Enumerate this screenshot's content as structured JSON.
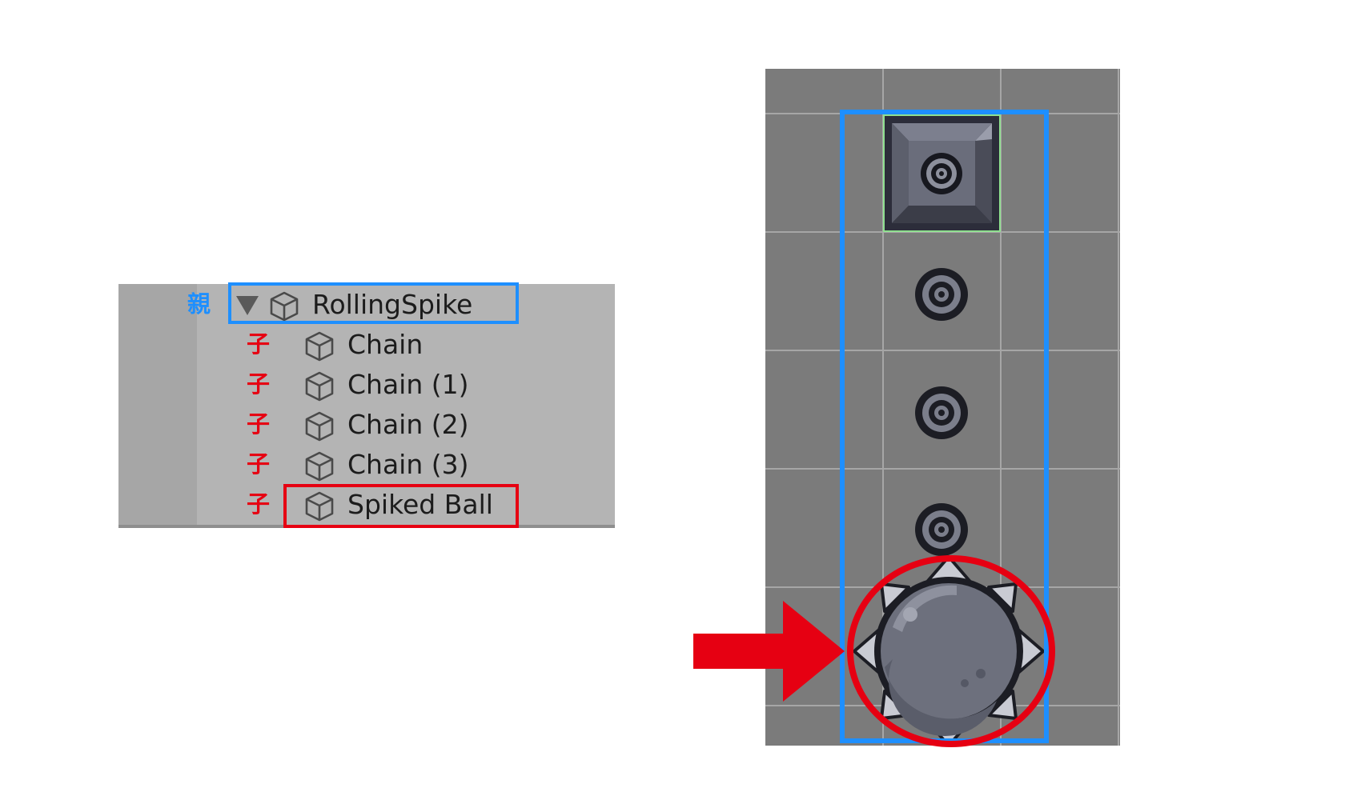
{
  "hierarchy": {
    "parent": {
      "tag": "親",
      "label": "RollingSpike",
      "icon": "gameobject-cube-icon",
      "expanded": true
    },
    "children": [
      {
        "tag": "子",
        "label": "Chain",
        "icon": "gameobject-cube-icon"
      },
      {
        "tag": "子",
        "label": "Chain (1)",
        "icon": "gameobject-cube-icon"
      },
      {
        "tag": "子",
        "label": "Chain (2)",
        "icon": "gameobject-cube-icon"
      },
      {
        "tag": "子",
        "label": "Chain (3)",
        "icon": "gameobject-cube-icon"
      },
      {
        "tag": "子",
        "label": "Spiked Ball",
        "icon": "gameobject-cube-icon",
        "highlighted": true
      }
    ]
  },
  "scene": {
    "objects": [
      "anchor-block",
      "chain-link",
      "chain-link",
      "chain-link",
      "spiked-ball"
    ]
  },
  "colors": {
    "parent_highlight": "#1e8fff",
    "child_highlight": "#e60012",
    "panel_bg": "#b4b4b4",
    "scene_bg": "#7b7b7b"
  }
}
